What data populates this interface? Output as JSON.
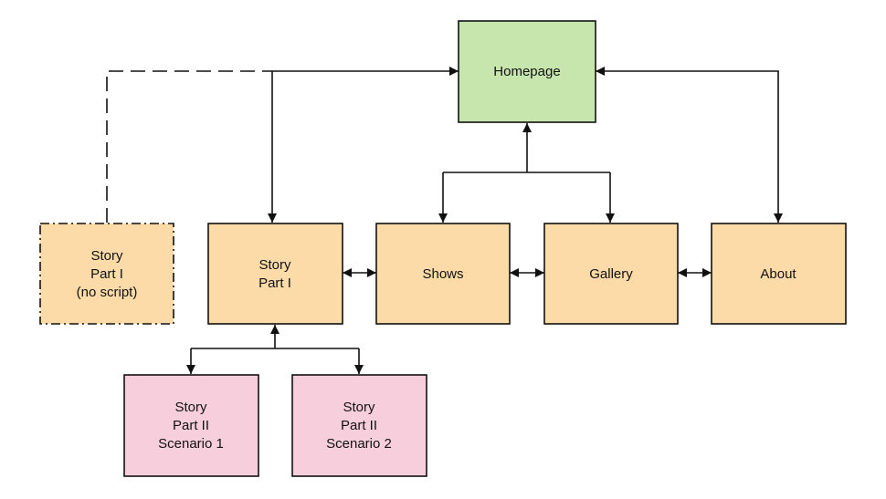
{
  "colors": {
    "homepage_fill": "#c6e6ad",
    "section_fill": "#fcdba8",
    "subpage_fill": "#f7cfdc",
    "stroke": "#111111"
  },
  "nodes": {
    "homepage": {
      "lines": [
        "Homepage"
      ]
    },
    "story_part1": {
      "lines": [
        "Story",
        "Part I"
      ]
    },
    "shows": {
      "lines": [
        "Shows"
      ]
    },
    "gallery": {
      "lines": [
        "Gallery"
      ]
    },
    "about": {
      "lines": [
        "About"
      ]
    },
    "story_noscript": {
      "lines": [
        "Story",
        "Part I",
        "(no script)"
      ]
    },
    "scenario1": {
      "lines": [
        "Story",
        "Part II",
        "Scenario 1"
      ]
    },
    "scenario2": {
      "lines": [
        "Story",
        "Part II",
        "Scenario 2"
      ]
    }
  }
}
